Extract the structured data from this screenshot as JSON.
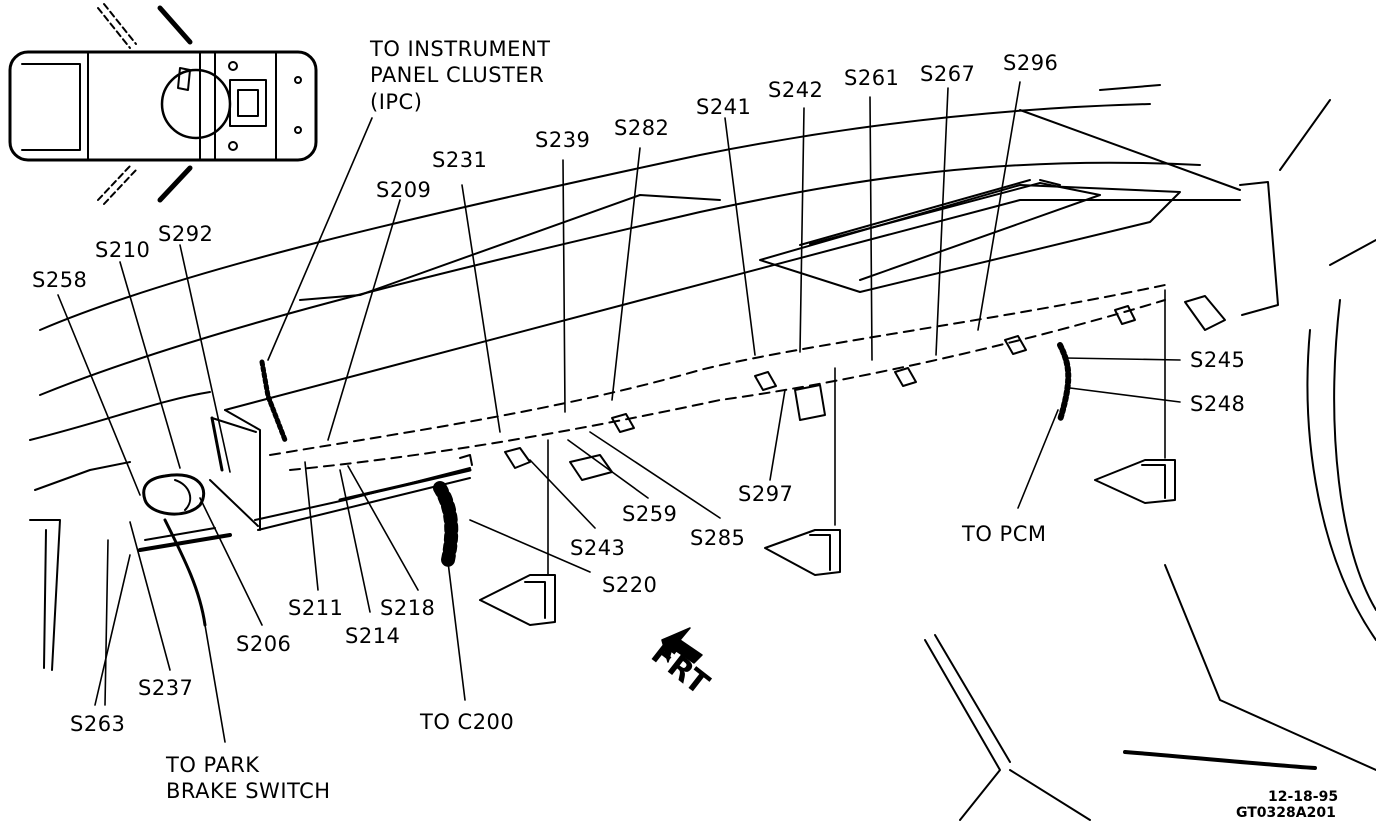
{
  "labels": {
    "to_ipc_1": "TO INSTRUMENT",
    "to_ipc_2": "PANEL CLUSTER",
    "to_ipc_3": "(IPC)",
    "s209": "S209",
    "s231": "S231",
    "s239": "S239",
    "s282": "S282",
    "s241": "S241",
    "s242": "S242",
    "s261": "S261",
    "s267": "S267",
    "s296": "S296",
    "s292": "S292",
    "s210": "S210",
    "s258": "S258",
    "s245": "S245",
    "s248": "S248",
    "s297": "S297",
    "s259": "S259",
    "s285": "S285",
    "s243": "S243",
    "s220": "S220",
    "s211": "S211",
    "s214": "S214",
    "s218": "S218",
    "s206": "S206",
    "s237": "S237",
    "s263": "S263",
    "to_pcm": "TO PCM",
    "to_c200": "TO C200",
    "to_park_1": "TO PARK",
    "to_park_2": "BRAKE SWITCH"
  },
  "direction": "FRT",
  "stamp": {
    "date": "12-18-95",
    "code": "GT0328A201"
  }
}
